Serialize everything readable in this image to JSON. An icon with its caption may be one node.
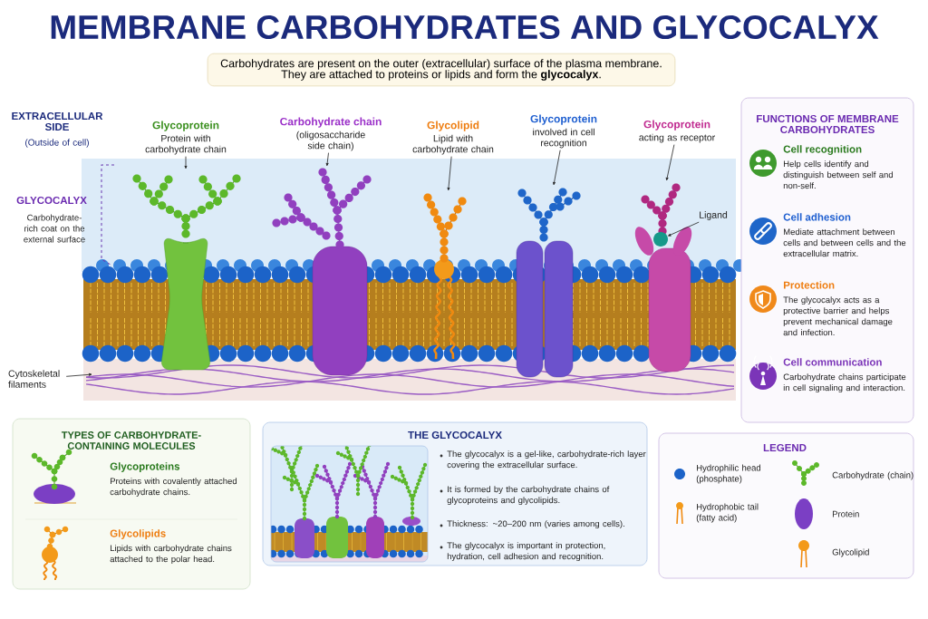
{
  "diagram": {
    "title": "MEMBRANE CARBOHYDRATES AND GLYCOCALYX",
    "nodes": [
      {
        "text": [
          "Carbohydrates are present on the outer (extracellular) surface of the plasma membrane.",
          "They are attached to proteins or lipids and form the **glycocalyx**."
        ]
      },
      {
        "text": [
          "Glycoprotein",
          "Protein with carbohydrate chain"
        ]
      },
      {
        "text": [
          "Carbohydrate chain",
          "(oligosaccharide side chain)"
        ]
      },
      {
        "text": [
          "Glycolipid",
          "Lipid with carbohydrate chain"
        ]
      },
      {
        "text": [
          "Glycoprotein",
          "involved in cell recognition"
        ]
      },
      {
        "text": [
          "Glycoprotein",
          "acting as receptor"
        ]
      },
      {
        "text": [
          "Ligand"
        ]
      },
      {
        "text": [
          "Cytoskeletal filaments"
        ]
      },
      {
        "text": [],
        "shape": "picture"
      },
      {
        "text": [],
        "shape": "picture"
      },
      {
        "text": [],
        "shape": "picture"
      },
      {
        "text": [],
        "shape": "picture"
      },
      {
        "text": [],
        "shape": "picture"
      },
      {
        "text": [],
        "shape": "circle"
      },
      {
        "text": [
          "FUNCTIONS OF MEMBRANE CARBOHYDRATES",
          "Cell recognition",
          "Help cells identify and distinguish between self and non-self.",
          "Cell adhesion",
          "Mediate attachment between cells and between cells and the extracellular matrix.",
          "Protection",
          "The glycocalyx acts as a protective barrier and helps prevent mechanical damage and infection.",
          "Cell communication",
          "Carbohydrate chains participate in cell signaling and interaction."
        ]
      },
      {
        "text": [
          "TYPES OF CARBOHYDRATE-CONTAINING MOLECULES",
          "Glycoproteins",
          "Proteins with covalently attached carbohydrate chains.",
          "Glycolipids",
          "Lipids with carbohydrate chains attached to the polar head."
        ]
      },
      {
        "text": [
          "THE GLYCOCALYX",
          "The glycocalyx is a gel-like, carbohydrate-rich layer covering the extracellular surface.",
          "It is formed by the carbohydrate chains of glycoproteins and glycolipids.",
          "Thickness: ~20–200 nm (varies among cells).",
          "The glycocalyx is important in protection, hydration, cell adhesion and recognition."
        ]
      },
      {
        "text": [
          "LEGEND"
        ]
      }
    ],
    "edges": [
      {
        "from": 1,
        "to": 8,
        "arrow": "to"
      },
      {
        "from": 2,
        "to": 9,
        "arrow": "to"
      },
      {
        "from": 3,
        "to": 10,
        "arrow": "to"
      },
      {
        "from": 4,
        "to": 11,
        "arrow": "to"
      },
      {
        "from": 5,
        "to": 12,
        "arrow": "to"
      },
      {
        "from": 6,
        "to": 13,
        "arrow": "to"
      },
      {
        "from": 7,
        "to": null,
        "arrow": "to"
      }
    ],
    "labels": [
      "EXTRACELLULAR SIDE",
      "(Outside of cell)",
      "GLYCOCALYX",
      "Carbohydrate-rich coat on the external surface"
    ],
    "legend": [
      {
        "text": "Hydrophilic head (phosphate)"
      },
      {
        "text": "Hydrophobic tail (fatty acid)"
      },
      {
        "text": "Carbohydrate (chain)"
      },
      {
        "text": "Protein"
      },
      {
        "text": "Glycolipid"
      }
    ]
  }
}
